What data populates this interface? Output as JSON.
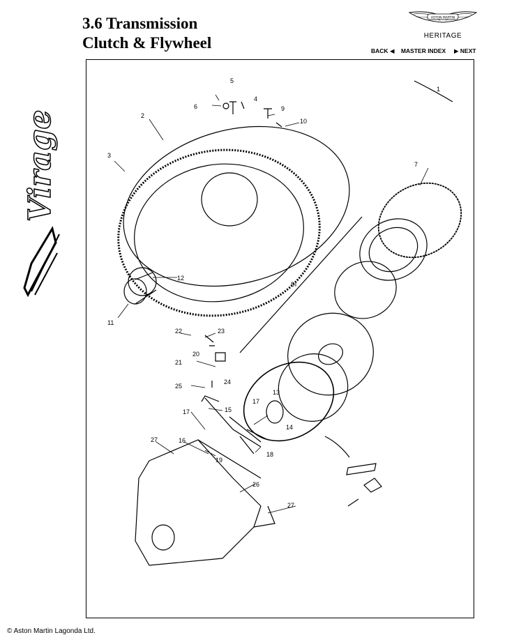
{
  "header": {
    "title_line1": "3.6 Transmission",
    "title_line2": "Clutch & Flywheel"
  },
  "brand": {
    "badge_text": "ASTON MARTIN",
    "caption": "HERITAGE",
    "side_logo_text": "Virage"
  },
  "nav": {
    "back": "BACK",
    "master_index": "MASTER INDEX",
    "next": "NEXT"
  },
  "diagram": {
    "part_labels": [
      "1",
      "2",
      "3",
      "4",
      "5",
      "6",
      "7",
      "8",
      "9",
      "10",
      "11",
      "12",
      "13",
      "14",
      "15",
      "16",
      "17",
      "17",
      "18",
      "19",
      "20",
      "21",
      "22",
      "23",
      "24",
      "25",
      "26",
      "27",
      "27"
    ]
  },
  "footer": {
    "copyright": "© Aston Martin Lagonda Ltd."
  },
  "colors": {
    "ink": "#000000",
    "paper": "#ffffff"
  }
}
